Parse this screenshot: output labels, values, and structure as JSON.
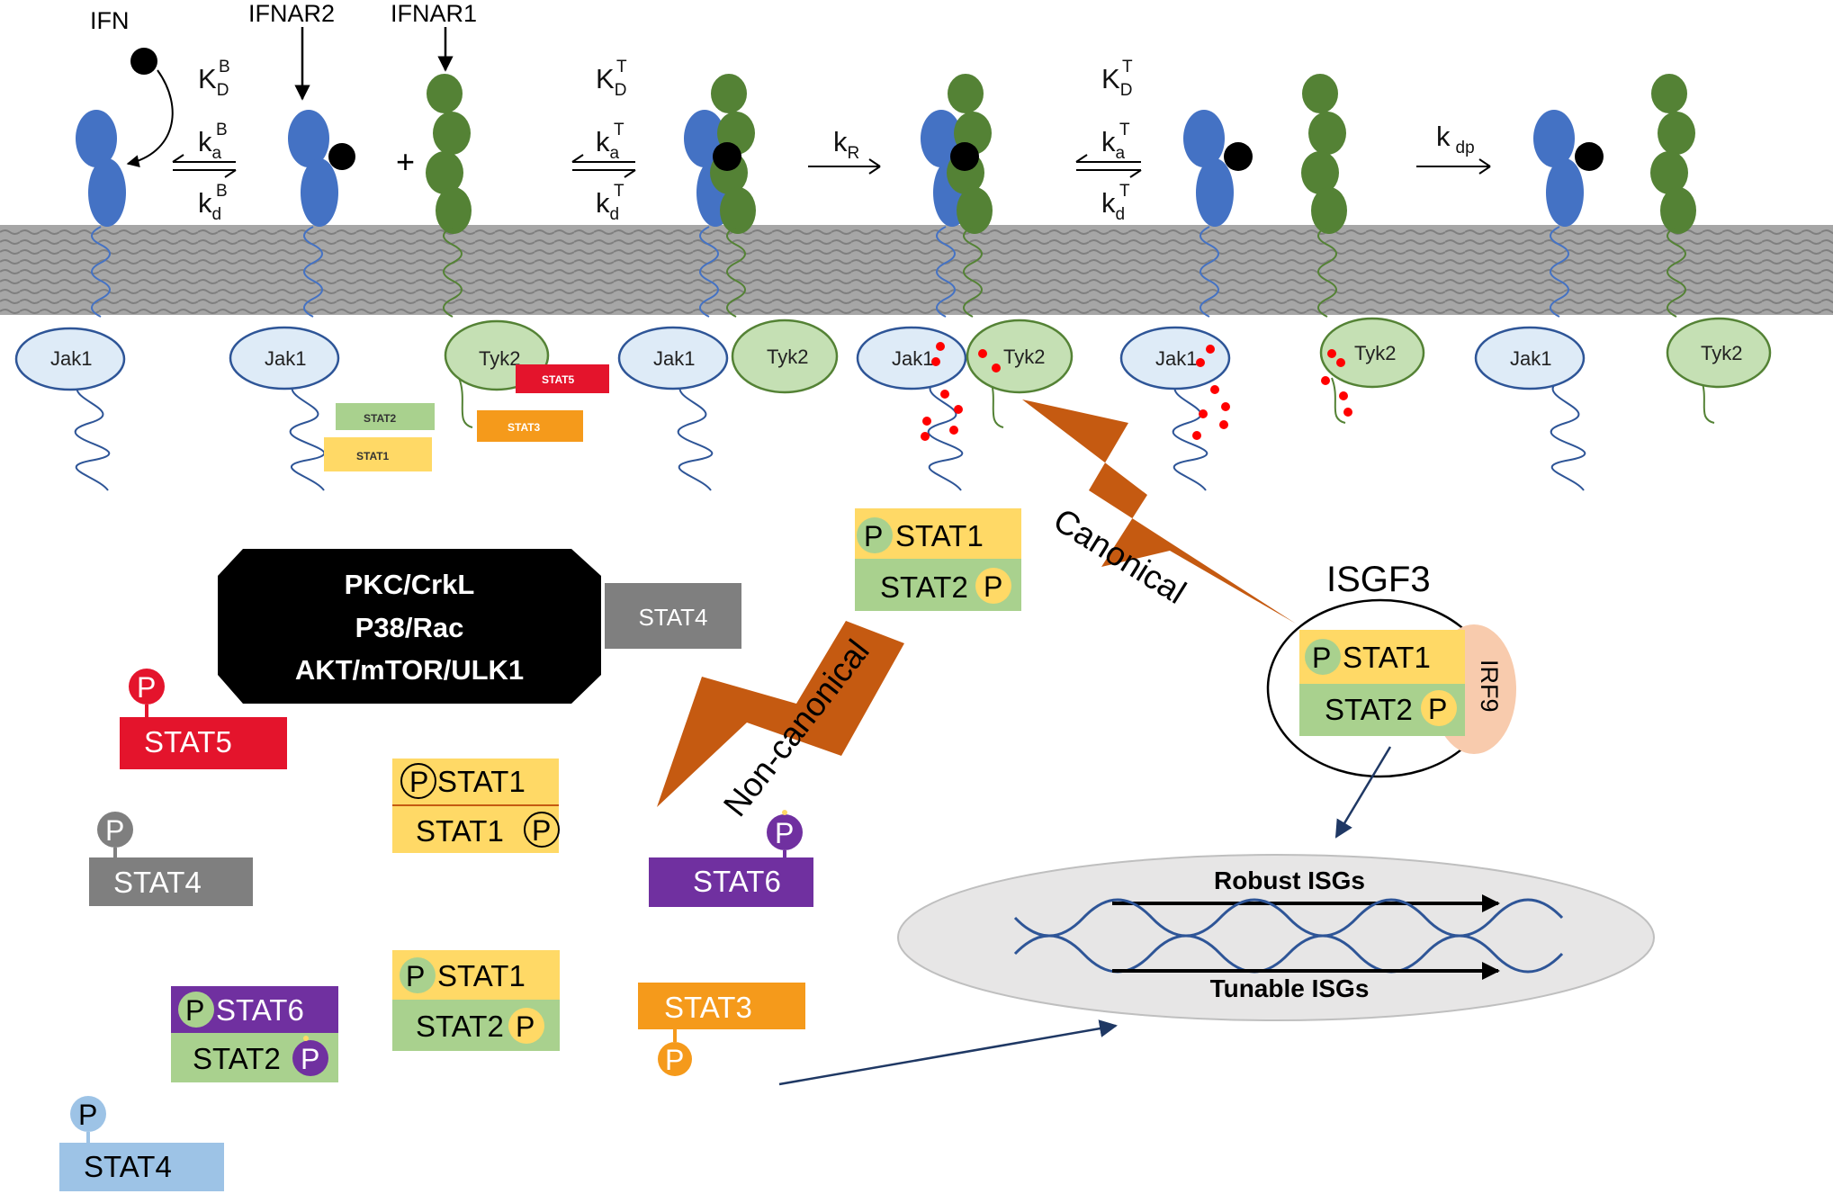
{
  "labels": {
    "ifn": "IFN",
    "ifnar2": "IFNAR2",
    "ifnar1": "IFNAR1",
    "plus": "+",
    "jak1": "Jak1",
    "tyk2": "Tyk2",
    "canonical": "Canonical",
    "non_canonical": "Non-canonical",
    "isgf3": "ISGF3",
    "irf9": "IRF9",
    "robust_isgs": "Robust ISGs",
    "tunable_isgs": "Tunable ISGs",
    "p": "P"
  },
  "kinetics": {
    "k": "k",
    "K": "K",
    "sub_D": "D",
    "sub_a": "a",
    "sub_d": "d",
    "sup_B": "B",
    "sup_T": "T",
    "sub_R": "R",
    "sub_dp": "dp"
  },
  "kinase_box": {
    "line1": "PKC/CrkL",
    "line2": "P38/Rac",
    "line3": "AKT/mTOR/ULK1",
    "attached": "STAT4"
  },
  "stats": {
    "stat1": "STAT1",
    "stat2": "STAT2",
    "stat3": "STAT3",
    "stat4": "STAT4",
    "stat5": "STAT5",
    "stat6": "STAT6"
  },
  "colors": {
    "ifnar2_blue": "#4472c4",
    "ifnar1_green": "#548235",
    "jak1_fill": "#deebf7",
    "tyk2_fill": "#c5e0b4",
    "stat1_yellow": "#ffd966",
    "stat2_green": "#a9d18e",
    "stat3_orange": "#f59a1b",
    "stat4_gray": "#7f7f7f",
    "stat4_lightblue": "#9dc3e6",
    "stat5_red": "#e4142c",
    "stat6_purple": "#7030a0",
    "lightning_orange": "#c55a11",
    "irf9_peach": "#f8cbad",
    "nucleus_gray": "#e7e6e6",
    "dna_blue": "#2e5597",
    "arrow_navy": "#1f3864"
  }
}
